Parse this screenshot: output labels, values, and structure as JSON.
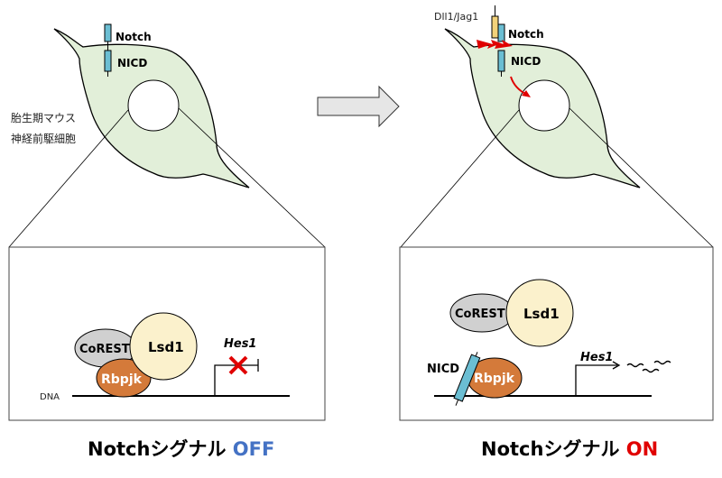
{
  "left": {
    "cell_labels": {
      "receptor": "Notch",
      "intracellular": "NICD"
    },
    "cell_type_line1": "胎生期マウス",
    "cell_type_line2": "神経前駆細胞",
    "detail": {
      "corest": "CoREST",
      "lsd1": "Lsd1",
      "rbpjk": "Rbpjk",
      "gene": "Hes1",
      "dna": "DNA",
      "gene_state": "repressed"
    },
    "caption_prefix": "Notchシグナル",
    "caption_state": "OFF"
  },
  "right": {
    "cell_labels": {
      "ligand": "Dll1/Jag1",
      "receptor": "Notch",
      "intracellular": "NICD"
    },
    "detail": {
      "corest": "CoREST",
      "lsd1": "Lsd1",
      "nicd": "NICD",
      "rbpjk": "Rbpjk",
      "gene": "Hes1",
      "gene_state": "transcribed"
    },
    "caption_prefix": "Notchシグナル",
    "caption_state": "ON"
  },
  "colors": {
    "cell_fill": "#e2efd9",
    "notch_blue": "#6bbed3",
    "ligand_yellow": "#f2d27a",
    "rbpjk_orange": "#d47a3a",
    "lsd1_cream": "#fbf1cc",
    "corest_gray": "#d0d0d0",
    "off_blue": "#4472c4",
    "on_red": "#e00000",
    "cleavage_red": "#e00000",
    "arrow_gray": "#e6e6e6"
  }
}
